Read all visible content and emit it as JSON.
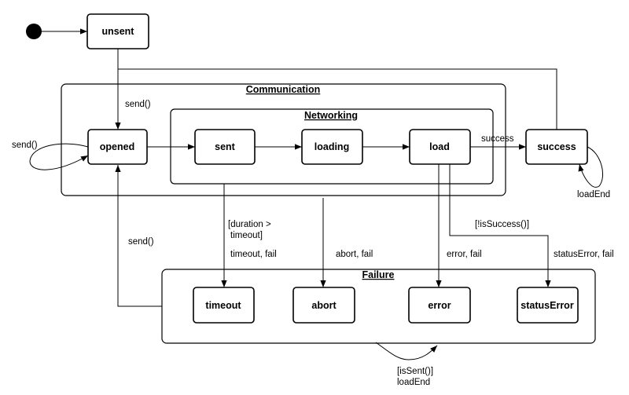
{
  "states": {
    "unsent": "unsent",
    "opened": "opened",
    "sent": "sent",
    "loading": "loading",
    "load": "load",
    "success": "success",
    "timeout": "timeout",
    "abort": "abort",
    "error": "error",
    "status_error": "statusError"
  },
  "groups": {
    "communication": "Communication",
    "networking": "Networking",
    "failure": "Failure"
  },
  "transitions": {
    "send_unsent_opened": "send()",
    "send_self_opened": "send()",
    "success": "success",
    "load_end_self": "loadEnd",
    "duration_guard_line1": "[duration >",
    "duration_guard_line2": "timeout]",
    "timeout_fail": "timeout, fail",
    "abort_fail": "abort, fail",
    "error_fail": "error, fail",
    "is_success_guard": "[!isSuccess()]",
    "status_error_fail": "statusError, fail",
    "send_failure_opened": "send()",
    "is_sent_guard": "[isSent()]",
    "load_end_failure": "loadEnd"
  }
}
